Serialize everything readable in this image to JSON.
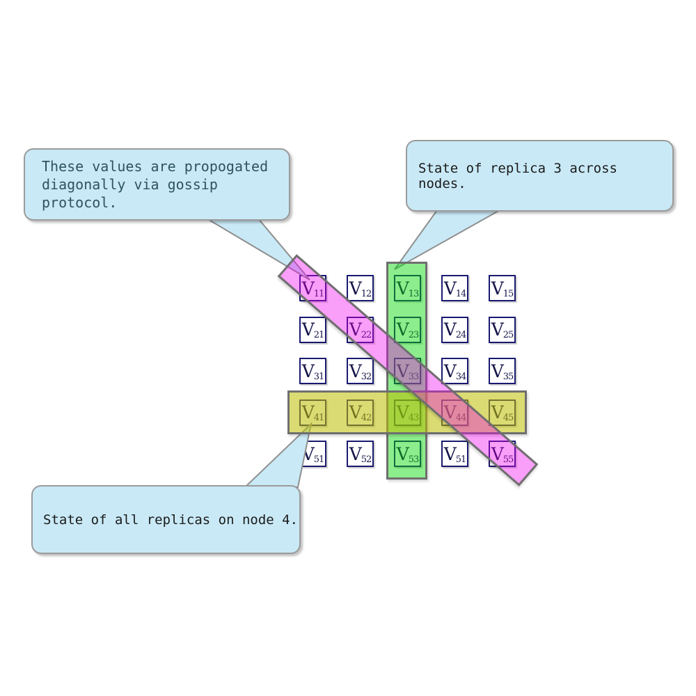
{
  "callouts": {
    "gossip": {
      "line1": "These values are propogated",
      "line2": "diagonally via gossip protocol."
    },
    "replica3": {
      "text": "State of replica 3 across nodes."
    },
    "node4": {
      "text": "State of all replicas on node 4."
    }
  },
  "matrix": {
    "symbol": "V",
    "subscripts": [
      [
        "11",
        "12",
        "13",
        "14",
        "15"
      ],
      [
        "21",
        "22",
        "23",
        "24",
        "25"
      ],
      [
        "31",
        "32",
        "33",
        "34",
        "35"
      ],
      [
        "41",
        "42",
        "43",
        "44",
        "45"
      ],
      [
        "51",
        "52",
        "53",
        "51",
        "55"
      ]
    ]
  },
  "highlights": {
    "column": {
      "index": 3,
      "meaning": "state of replica 3 across nodes"
    },
    "row": {
      "index": 4,
      "meaning": "state of all replicas on node 4"
    },
    "diagonal": {
      "meaning": "values propogated diagonally via gossip protocol"
    }
  },
  "colors": {
    "callout_fill": "#c9e9f6",
    "callout_border": "#9b9b9b",
    "pointer_stroke": "#8f8f8f",
    "gossip_text": "#2f5361",
    "note_text": "#1b1b1b",
    "cell_bg": "#ffffff",
    "cell_border": "#191970",
    "cell_text": "#15154a",
    "band_border": "#6f6f6f",
    "column_band_fill": "rgba(0,215,0,0.45)",
    "row_band_fill": "rgba(190,190,0,0.55)",
    "diagonal_band_fill": "rgba(240,0,240,0.38)"
  }
}
